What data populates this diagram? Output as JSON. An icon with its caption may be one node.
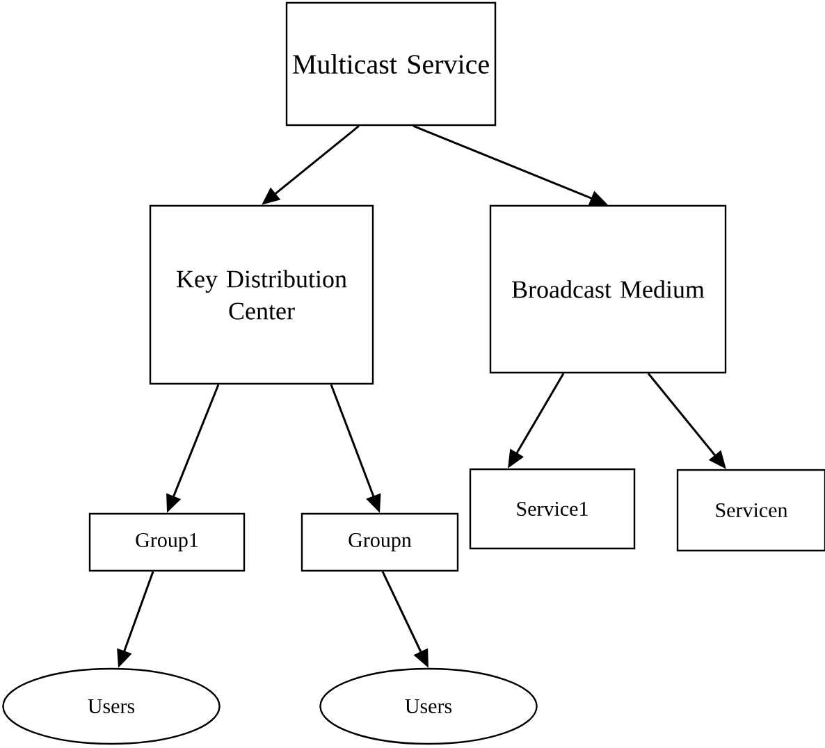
{
  "diagram": {
    "nodes": [
      {
        "text": [
          "Multicast Service"
        ]
      },
      {
        "text": [
          "Key Distribution Center"
        ]
      },
      {
        "text": [
          "Broadcast Medium"
        ]
      },
      {
        "text": [
          "Group1"
        ]
      },
      {
        "text": [
          "Groupn"
        ]
      },
      {
        "text": [
          "Service1"
        ]
      },
      {
        "text": [
          "Servicen"
        ]
      },
      {
        "text": [
          "Users"
        ]
      },
      {
        "text": [
          "Users"
        ]
      }
    ],
    "edges": [
      {
        "from": 0,
        "to": 1,
        "arrow": "to"
      },
      {
        "from": 0,
        "to": 2,
        "arrow": "to"
      },
      {
        "from": 1,
        "to": 3,
        "arrow": "to"
      },
      {
        "from": 1,
        "to": 4,
        "arrow": "to"
      },
      {
        "from": 2,
        "to": 5,
        "arrow": "to"
      },
      {
        "from": 2,
        "to": 6,
        "arrow": "to"
      },
      {
        "from": 3,
        "to": 7,
        "arrow": "to"
      },
      {
        "from": 4,
        "to": 8,
        "arrow": "to"
      }
    ]
  }
}
